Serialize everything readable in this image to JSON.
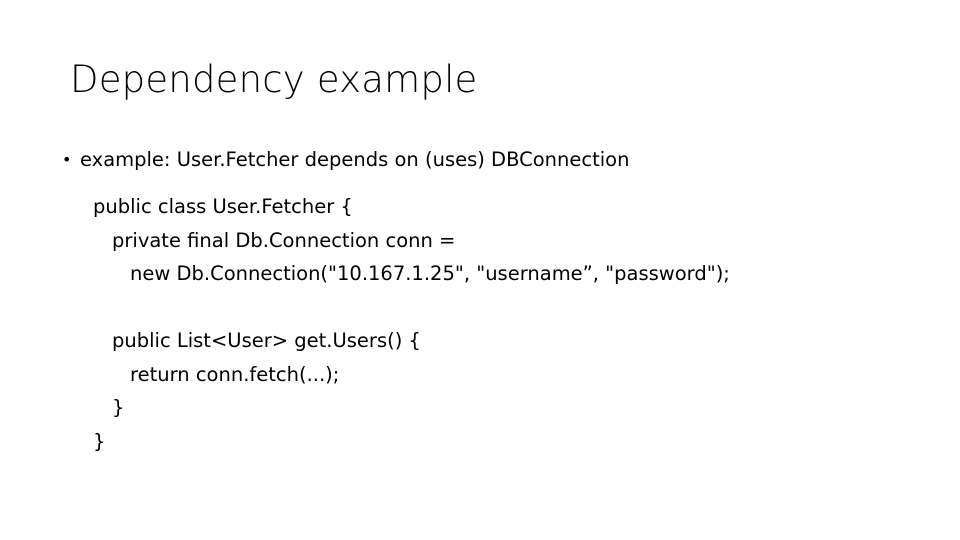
{
  "slide": {
    "title": "Dependency example",
    "bullet": {
      "marker": "•",
      "text": "example: User.Fetcher depends on (uses) DBConnection"
    },
    "code": {
      "lines": [
        {
          "indent": 0,
          "text": "public class User.Fetcher {"
        },
        {
          "indent": 1,
          "text": "private final Db.Connection conn ="
        },
        {
          "indent": 2,
          "text": "new Db.Connection(\"10.167.1.25\", \"username”, \"password\");"
        },
        {
          "indent": 0,
          "text": ""
        },
        {
          "indent": 1,
          "text": "public List<User> get.Users() {"
        },
        {
          "indent": 2,
          "text": "return conn.fetch(...);"
        },
        {
          "indent": 1,
          "text": "}"
        },
        {
          "indent": 0,
          "text": "}"
        }
      ]
    },
    "colors": {
      "background": "#ffffff",
      "text": "#000000"
    }
  }
}
